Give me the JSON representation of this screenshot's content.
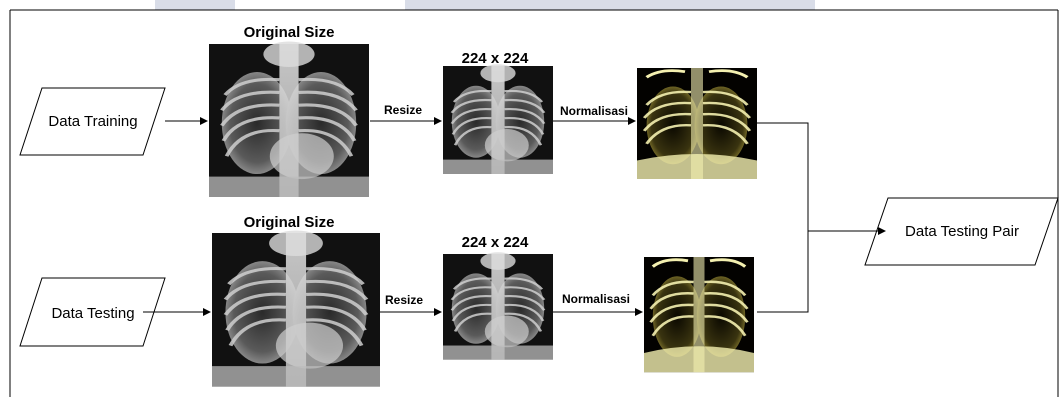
{
  "inputs": {
    "training": "Data Training",
    "testing": "Data Testing"
  },
  "output": "Data Testing Pair",
  "titles": {
    "original_top": "Original Size",
    "original_bottom": "Original Size",
    "resized_top": "224 x 224",
    "resized_bottom": "224 x 224"
  },
  "steps": {
    "resize_top": "Resize",
    "resize_bottom": "Resize",
    "normalize_top": "Normalisasi",
    "normalize_bottom": "Normalisasi"
  },
  "images": {
    "original": "chest x-ray image (original size)",
    "resized": "chest x-ray image (224 x 224)",
    "normalized": "normalized chest x-ray image (yellow tint)"
  },
  "colors": {
    "xray_dark": "#0a0a0a",
    "xray_light": "#d8d8d8",
    "normalized_dark": "#050400",
    "normalized_light": "#f4f0b0",
    "line": "#000000",
    "banner": "#d9dde8"
  }
}
